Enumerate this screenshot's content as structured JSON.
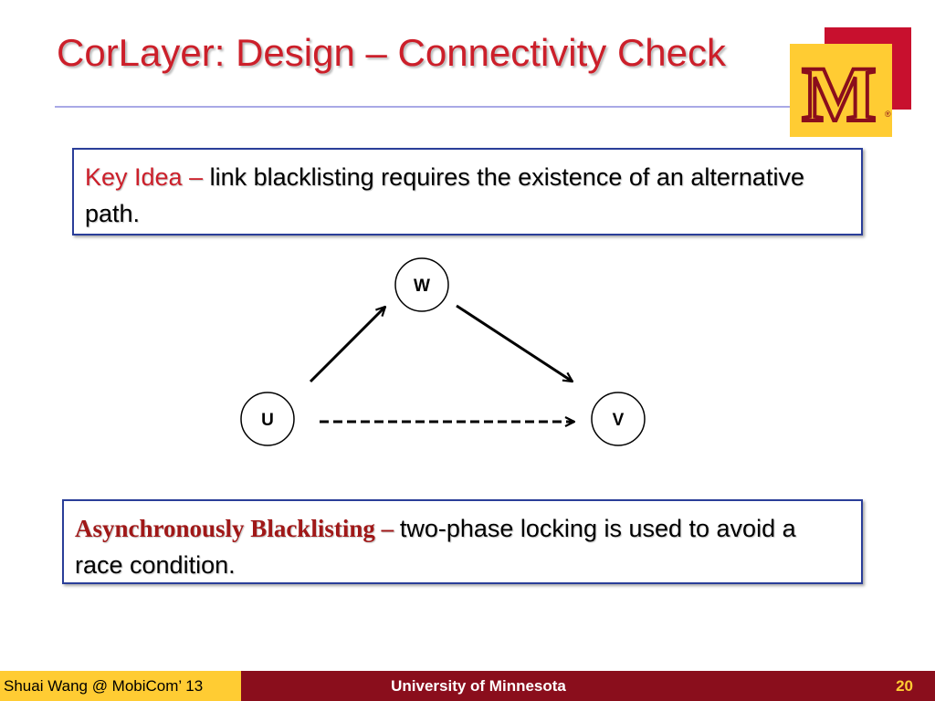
{
  "slide": {
    "title": "CorLayer: Design – Connectivity Check",
    "logo_letter": "M",
    "logo_mark": "®"
  },
  "key_idea": {
    "label": "Key Idea – ",
    "text": "link blacklisting requires the existence of an alternative path."
  },
  "diagram": {
    "nodes": {
      "w": "W",
      "u": "U",
      "v": "V"
    },
    "edges": [
      {
        "from": "U",
        "to": "W",
        "style": "solid"
      },
      {
        "from": "W",
        "to": "V",
        "style": "solid"
      },
      {
        "from": "U",
        "to": "V",
        "style": "dashed"
      }
    ]
  },
  "async_blacklisting": {
    "label": "Asynchronously Blacklisting – ",
    "text": "two-phase locking is used to avoid a race condition."
  },
  "footer": {
    "author": "Shuai Wang @ MobiCom’ 13",
    "institution": "University of Minnesota",
    "page_number": "20"
  },
  "colors": {
    "title_red": "#cc1f2a",
    "maroon": "#8a0e1c",
    "gold": "#ffcc33",
    "box_border": "#2a3e99"
  }
}
